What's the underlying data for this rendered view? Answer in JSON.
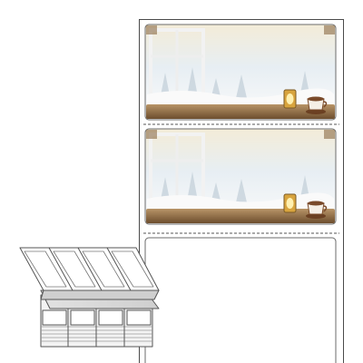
{
  "product": {
    "sheet_count": 3,
    "labels_shown": 2,
    "illustration": "winter-window-snow-scene",
    "props": [
      "lantern-with-candle",
      "coffee-cup-with-saucer"
    ],
    "perforation": "dashed",
    "stack": "fanfold-label-stack"
  },
  "colors": {
    "border": "#555555",
    "wood": "#8a6a45",
    "snow": "#f4f4f4",
    "sky": "#dfe7ee",
    "candle_glow": "#e8b44a",
    "cup": "#7a4a2a",
    "stack_face": "#d9d9d9",
    "stack_side": "#bdbdbd"
  }
}
